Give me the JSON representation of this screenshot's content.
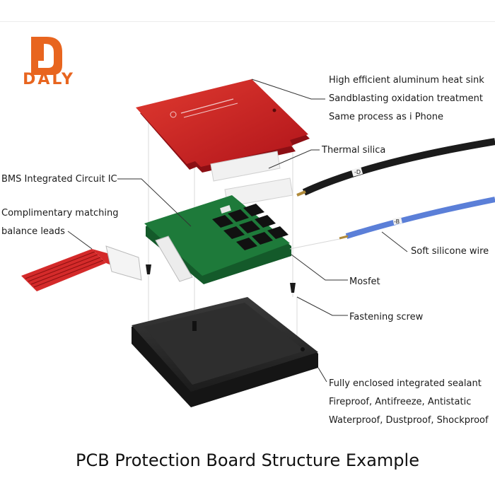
{
  "logo": {
    "text": "DALY",
    "color": "#e8651f"
  },
  "callouts": {
    "heat_sink": [
      "High efficient aluminum heat sink",
      "Sandblasting oxidation treatment",
      "Same process as i Phone"
    ],
    "thermal_silica": "Thermal silica",
    "bms_ic": "BMS Integrated Circuit IC",
    "balance_leads": [
      "Complimentary matching",
      "balance leads"
    ],
    "silicone_wire": "Soft silicone wire",
    "mosfet": "Mosfet",
    "fastening_screw": "Fastening screw",
    "sealant": [
      "Fully enclosed integrated sealant",
      "Fireproof, Antifreeze, Antistatic",
      "Waterproof, Dustproof, Shockproof"
    ]
  },
  "wire_tags": {
    "black": "-D",
    "blue": "-B"
  },
  "colors": {
    "heat_sink": "#c8151c",
    "pcb": "#1e7a3a",
    "case": "#2a2a2a",
    "blue_wire": "#5b7fd8",
    "balance_wire": "#d42a2a"
  },
  "caption": "PCB Protection Board Structure Example"
}
